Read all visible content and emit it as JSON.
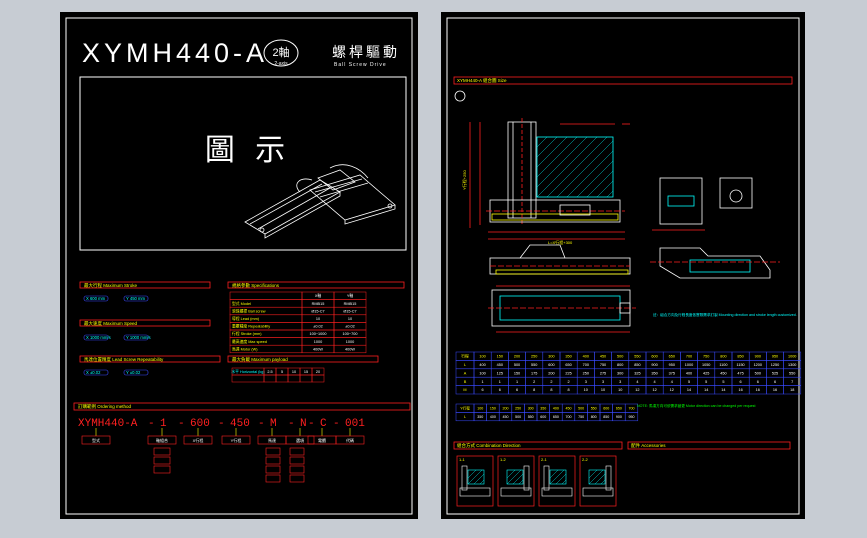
{
  "left_sheet": {
    "model_title": "XYMH440-A",
    "axis_badge": "2軸",
    "axis_badge_sub": "2-axis",
    "drive_cn": "螺桿驅動",
    "drive_en": "Ball Screw Drive",
    "figure_caption": "圖 示",
    "sections": {
      "max_stroke": "最大行程  Maximum Stroke",
      "max_speed": "最大速度  Maximum Speed",
      "screw_repeat": "馬達位置精度  Lead Screw Repeatability",
      "payload": "最大負載  Maximum payload",
      "specifications": "規格參數  Specifications",
      "ordering": "訂購範例  Ordering method"
    },
    "stroke_values": [
      "X  600 mm",
      "Y  450 mm"
    ],
    "speed_values": [
      "X  1000 mm/s",
      "Y  1000 mm/s"
    ],
    "repeat_values": [
      "X  ±0.02",
      "Y  ±0.02"
    ],
    "payload_header": [
      "水平 Horizontal (kg)",
      "2.5",
      "5",
      "10",
      "15",
      "20"
    ],
    "spec_header": [
      "",
      "X軸",
      "Y軸"
    ],
    "spec_rows": [
      [
        "型式 Model",
        "RMB15",
        "RMB15"
      ],
      [
        "滾珠螺桿 Ball screw",
        "Ø15-C7",
        "Ø15-C7"
      ],
      [
        "導程 Lead (mm)",
        "10",
        "10"
      ],
      [
        "重覆精度 Repeatability",
        "±0.02",
        "±0.02"
      ],
      [
        "行程 Stroke (mm)",
        "100~1000",
        "100~700"
      ],
      [
        "最高速度 Max speed",
        "1000",
        "1000"
      ],
      [
        "馬達 Motor (W)",
        "400W",
        "400W"
      ]
    ],
    "order_code": [
      "XYMH440-A",
      "1",
      "600",
      "450",
      "M",
      "N",
      "C",
      "001"
    ],
    "order_separator": "-",
    "order_labels": [
      "型式",
      "軸組合",
      "X行程",
      "Y行程",
      "馬達",
      "選項",
      "電纜",
      "代碼"
    ]
  },
  "right_sheet": {
    "title": "XYMH440-A  組合圖  Size",
    "dim_stroke": "L=X行程+300",
    "dim_y": "Y行程+250",
    "note_text": "註：組合方向及行程長度依實際需求訂製 Mounting direction and stroke length customized.",
    "green_note": "NOTE: 馬達方向可依需求變更  Motor direction can be changed per request",
    "combination_title": "組合方式  Combination Direction",
    "accessories_title": "配件  Accessories",
    "table_header": [
      "行程",
      "100",
      "150",
      "200",
      "250",
      "300",
      "350",
      "400",
      "450",
      "500",
      "550",
      "600",
      "650",
      "700",
      "750",
      "800",
      "850",
      "900",
      "950",
      "1000"
    ],
    "table_rows": [
      [
        "L",
        "400",
        "450",
        "500",
        "550",
        "600",
        "650",
        "700",
        "750",
        "800",
        "850",
        "900",
        "950",
        "1000",
        "1050",
        "1100",
        "1150",
        "1200",
        "1250",
        "1300"
      ],
      [
        "A",
        "100",
        "125",
        "150",
        "175",
        "200",
        "225",
        "250",
        "275",
        "300",
        "325",
        "350",
        "375",
        "400",
        "425",
        "450",
        "475",
        "500",
        "525",
        "550"
      ],
      [
        "B",
        "1",
        "1",
        "1",
        "2",
        "2",
        "2",
        "3",
        "3",
        "3",
        "4",
        "4",
        "4",
        "5",
        "5",
        "5",
        "6",
        "6",
        "6",
        "7"
      ],
      [
        "M",
        "6",
        "6",
        "6",
        "8",
        "8",
        "8",
        "10",
        "10",
        "10",
        "12",
        "12",
        "12",
        "14",
        "14",
        "14",
        "16",
        "16",
        "16",
        "18"
      ]
    ],
    "table2_header": [
      "Y行程",
      "100",
      "150",
      "200",
      "250",
      "300",
      "350",
      "400",
      "450",
      "500",
      "550",
      "600",
      "650",
      "700"
    ],
    "table2_row": [
      "L",
      "350",
      "400",
      "450",
      "500",
      "550",
      "600",
      "650",
      "700",
      "750",
      "800",
      "850",
      "900",
      "950"
    ],
    "combo_labels": [
      "1-1",
      "1-2",
      "2-1",
      "2-2"
    ]
  },
  "colors": {
    "background_outer": "#c7ccd3",
    "sheet": "#000000",
    "frame": "#ffffff",
    "red": "#ff2020",
    "yellow": "#ffff00",
    "green": "#00ff00",
    "cyan": "#00ffff",
    "blue": "#3a4bff",
    "magenta": "#ff00ff"
  }
}
